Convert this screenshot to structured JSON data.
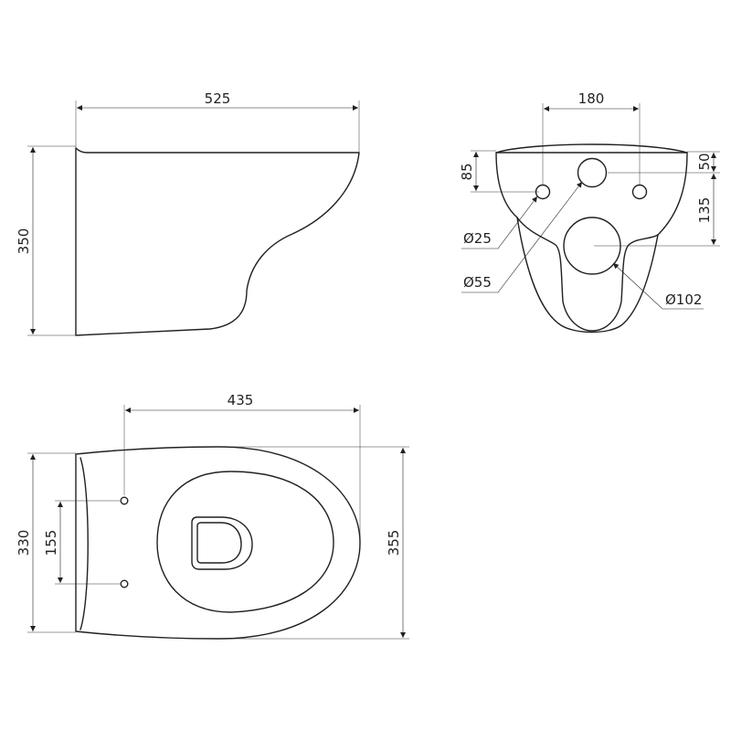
{
  "side_view": {
    "width_label": "525",
    "height_label": "350"
  },
  "rear_view": {
    "spacing_label": "180",
    "top_offset_label": "50",
    "fix_offset_label": "85",
    "outlet_offset_label": "135",
    "fixing_hole_label": "Ø25",
    "inlet_label": "Ø55",
    "outlet_label": "Ø102"
  },
  "top_view": {
    "length_label": "435",
    "width_label": "330",
    "fix_spacing_label": "155",
    "total_length_label": "355"
  },
  "colors": {
    "line": "#231f20",
    "background": "#ffffff"
  }
}
